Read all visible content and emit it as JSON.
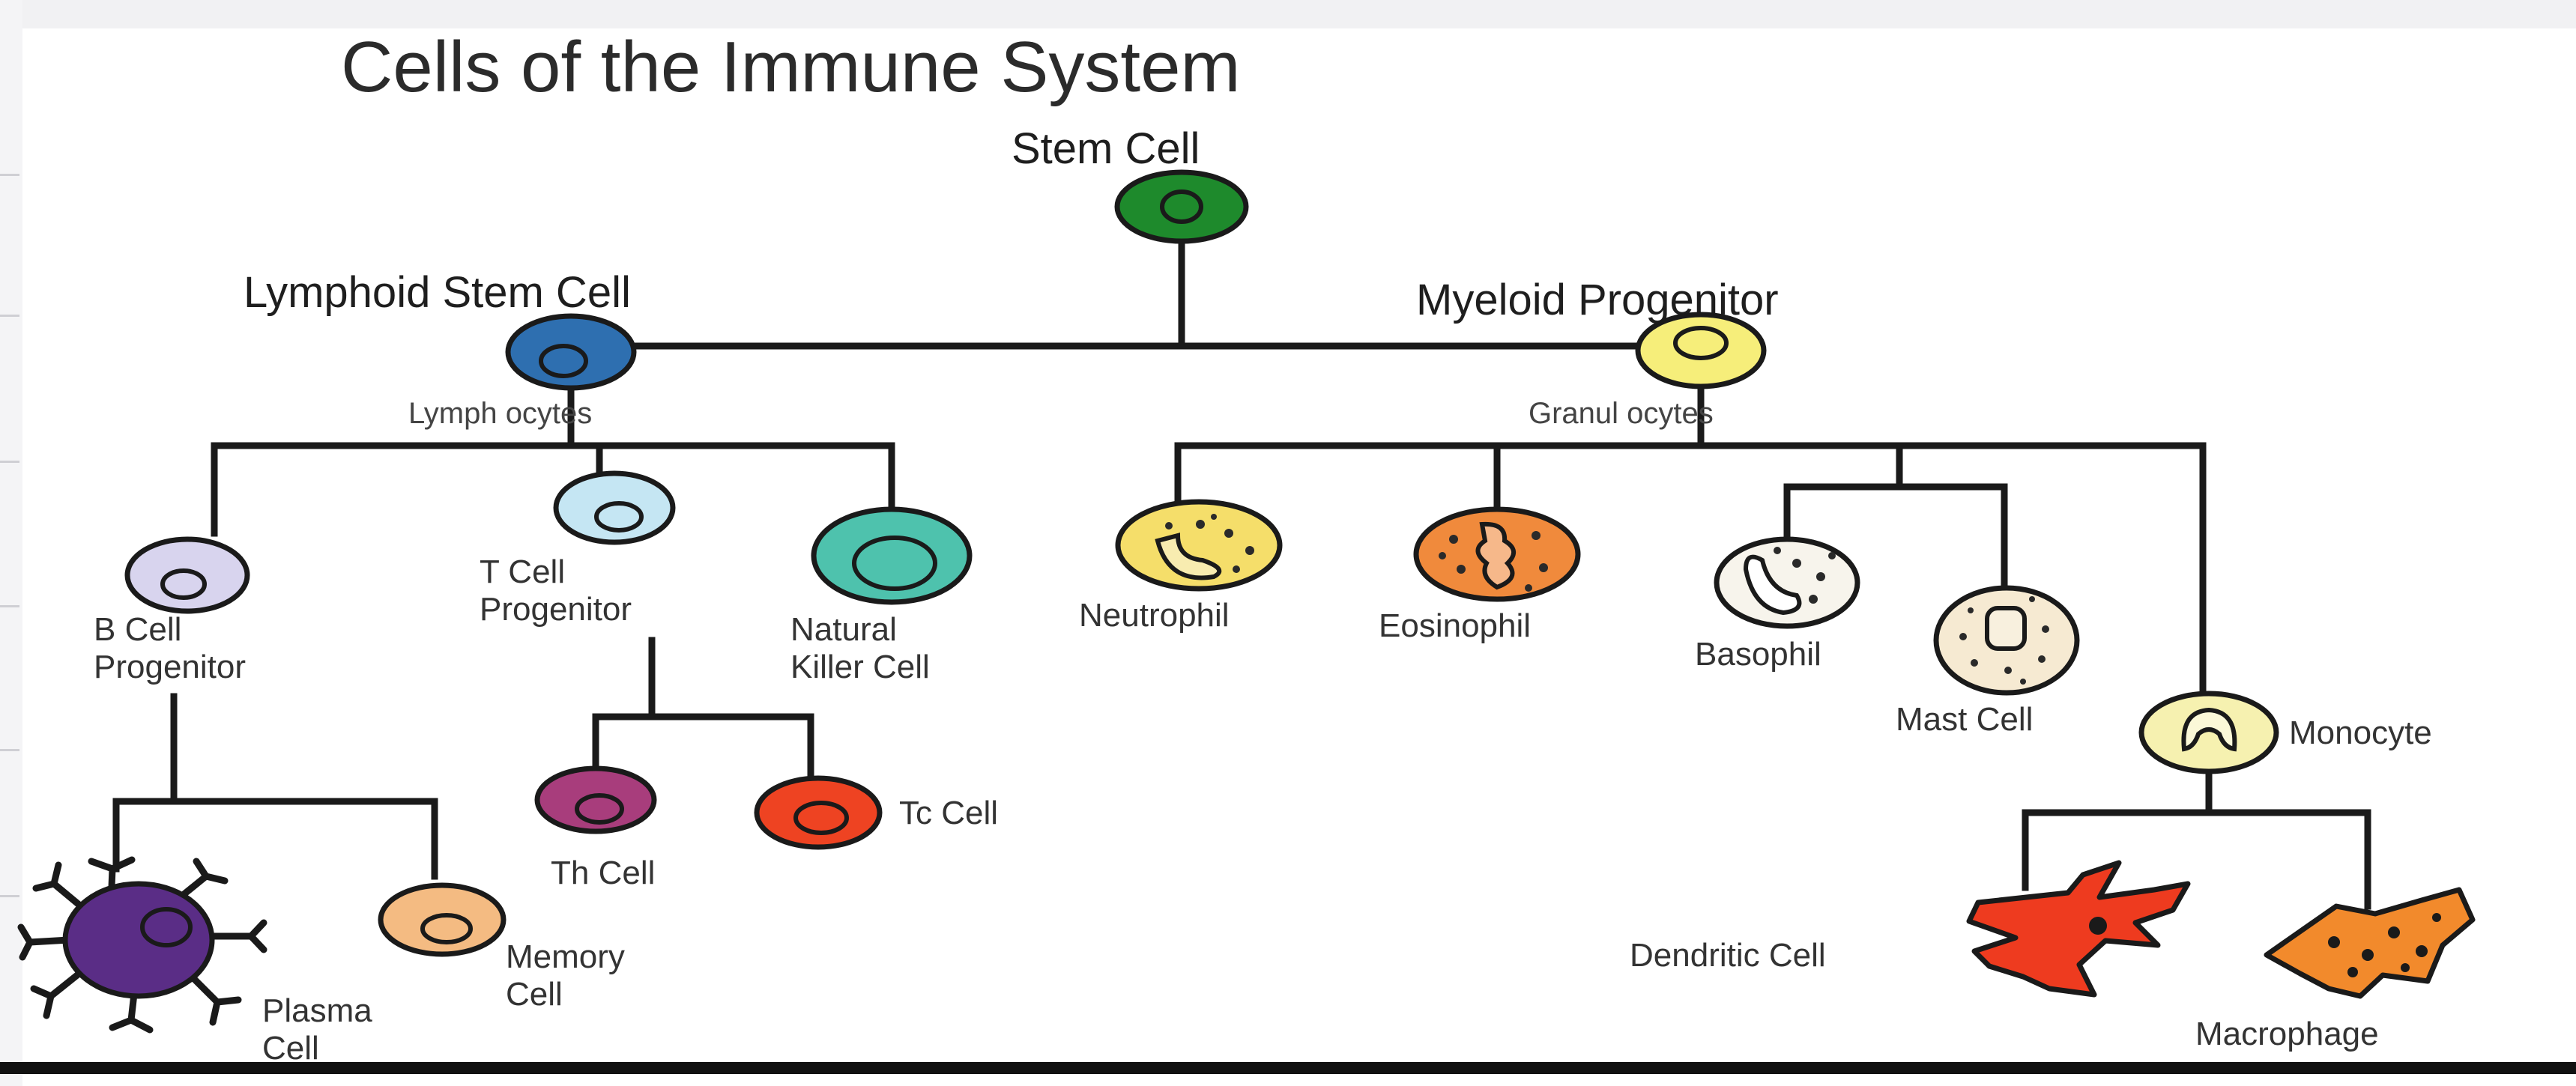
{
  "title": "Cells of the Immune System",
  "nodes": {
    "stem_cell": {
      "label": "Stem Cell",
      "color": "#1e8a2c"
    },
    "lymphoid_stem_cell": {
      "label": "Lymphoid Stem Cell",
      "color": "#2e6fb0"
    },
    "myeloid_progenitor": {
      "label": "Myeloid Progenitor",
      "color": "#f6ee7a"
    },
    "lymphocytes": {
      "label": "Lymph ocytes"
    },
    "granulocytes": {
      "label": "Granul ocytes"
    },
    "b_cell_progenitor": {
      "label_1": "B Cell",
      "label_2": "Progenitor",
      "color": "#d8d4ee"
    },
    "t_cell_progenitor": {
      "label_1": "T Cell",
      "label_2": "Progenitor",
      "color": "#c5e6f3"
    },
    "natural_killer_cell": {
      "label_1": "Natural",
      "label_2": "Killer Cell",
      "color": "#4ec2ad"
    },
    "th_cell": {
      "label": "Th Cell",
      "color": "#a83d7c"
    },
    "tc_cell": {
      "label": "Tc Cell",
      "color": "#ee4322"
    },
    "plasma_cell": {
      "label_1": "Plasma",
      "label_2": "Cell",
      "color": "#5a2d86"
    },
    "memory_cell": {
      "label_1": "Memory",
      "label_2": "Cell",
      "color": "#f4bb82"
    },
    "neutrophil": {
      "label": "Neutrophil",
      "color": "#f5de6a"
    },
    "eosinophil": {
      "label": "Eosinophil",
      "color": "#f08a3c"
    },
    "basophil": {
      "label": "Basophil",
      "color": "#f7f4ec"
    },
    "mast_cell": {
      "label": "Mast Cell",
      "color": "#f6ead2"
    },
    "monocyte": {
      "label": "Monocyte",
      "color": "#f6f1b0"
    },
    "dendritic_cell": {
      "label": "Dendritic Cell",
      "color": "#ee3b1f"
    },
    "macrophage": {
      "label": "Macrophage",
      "color": "#f28a2c"
    }
  }
}
